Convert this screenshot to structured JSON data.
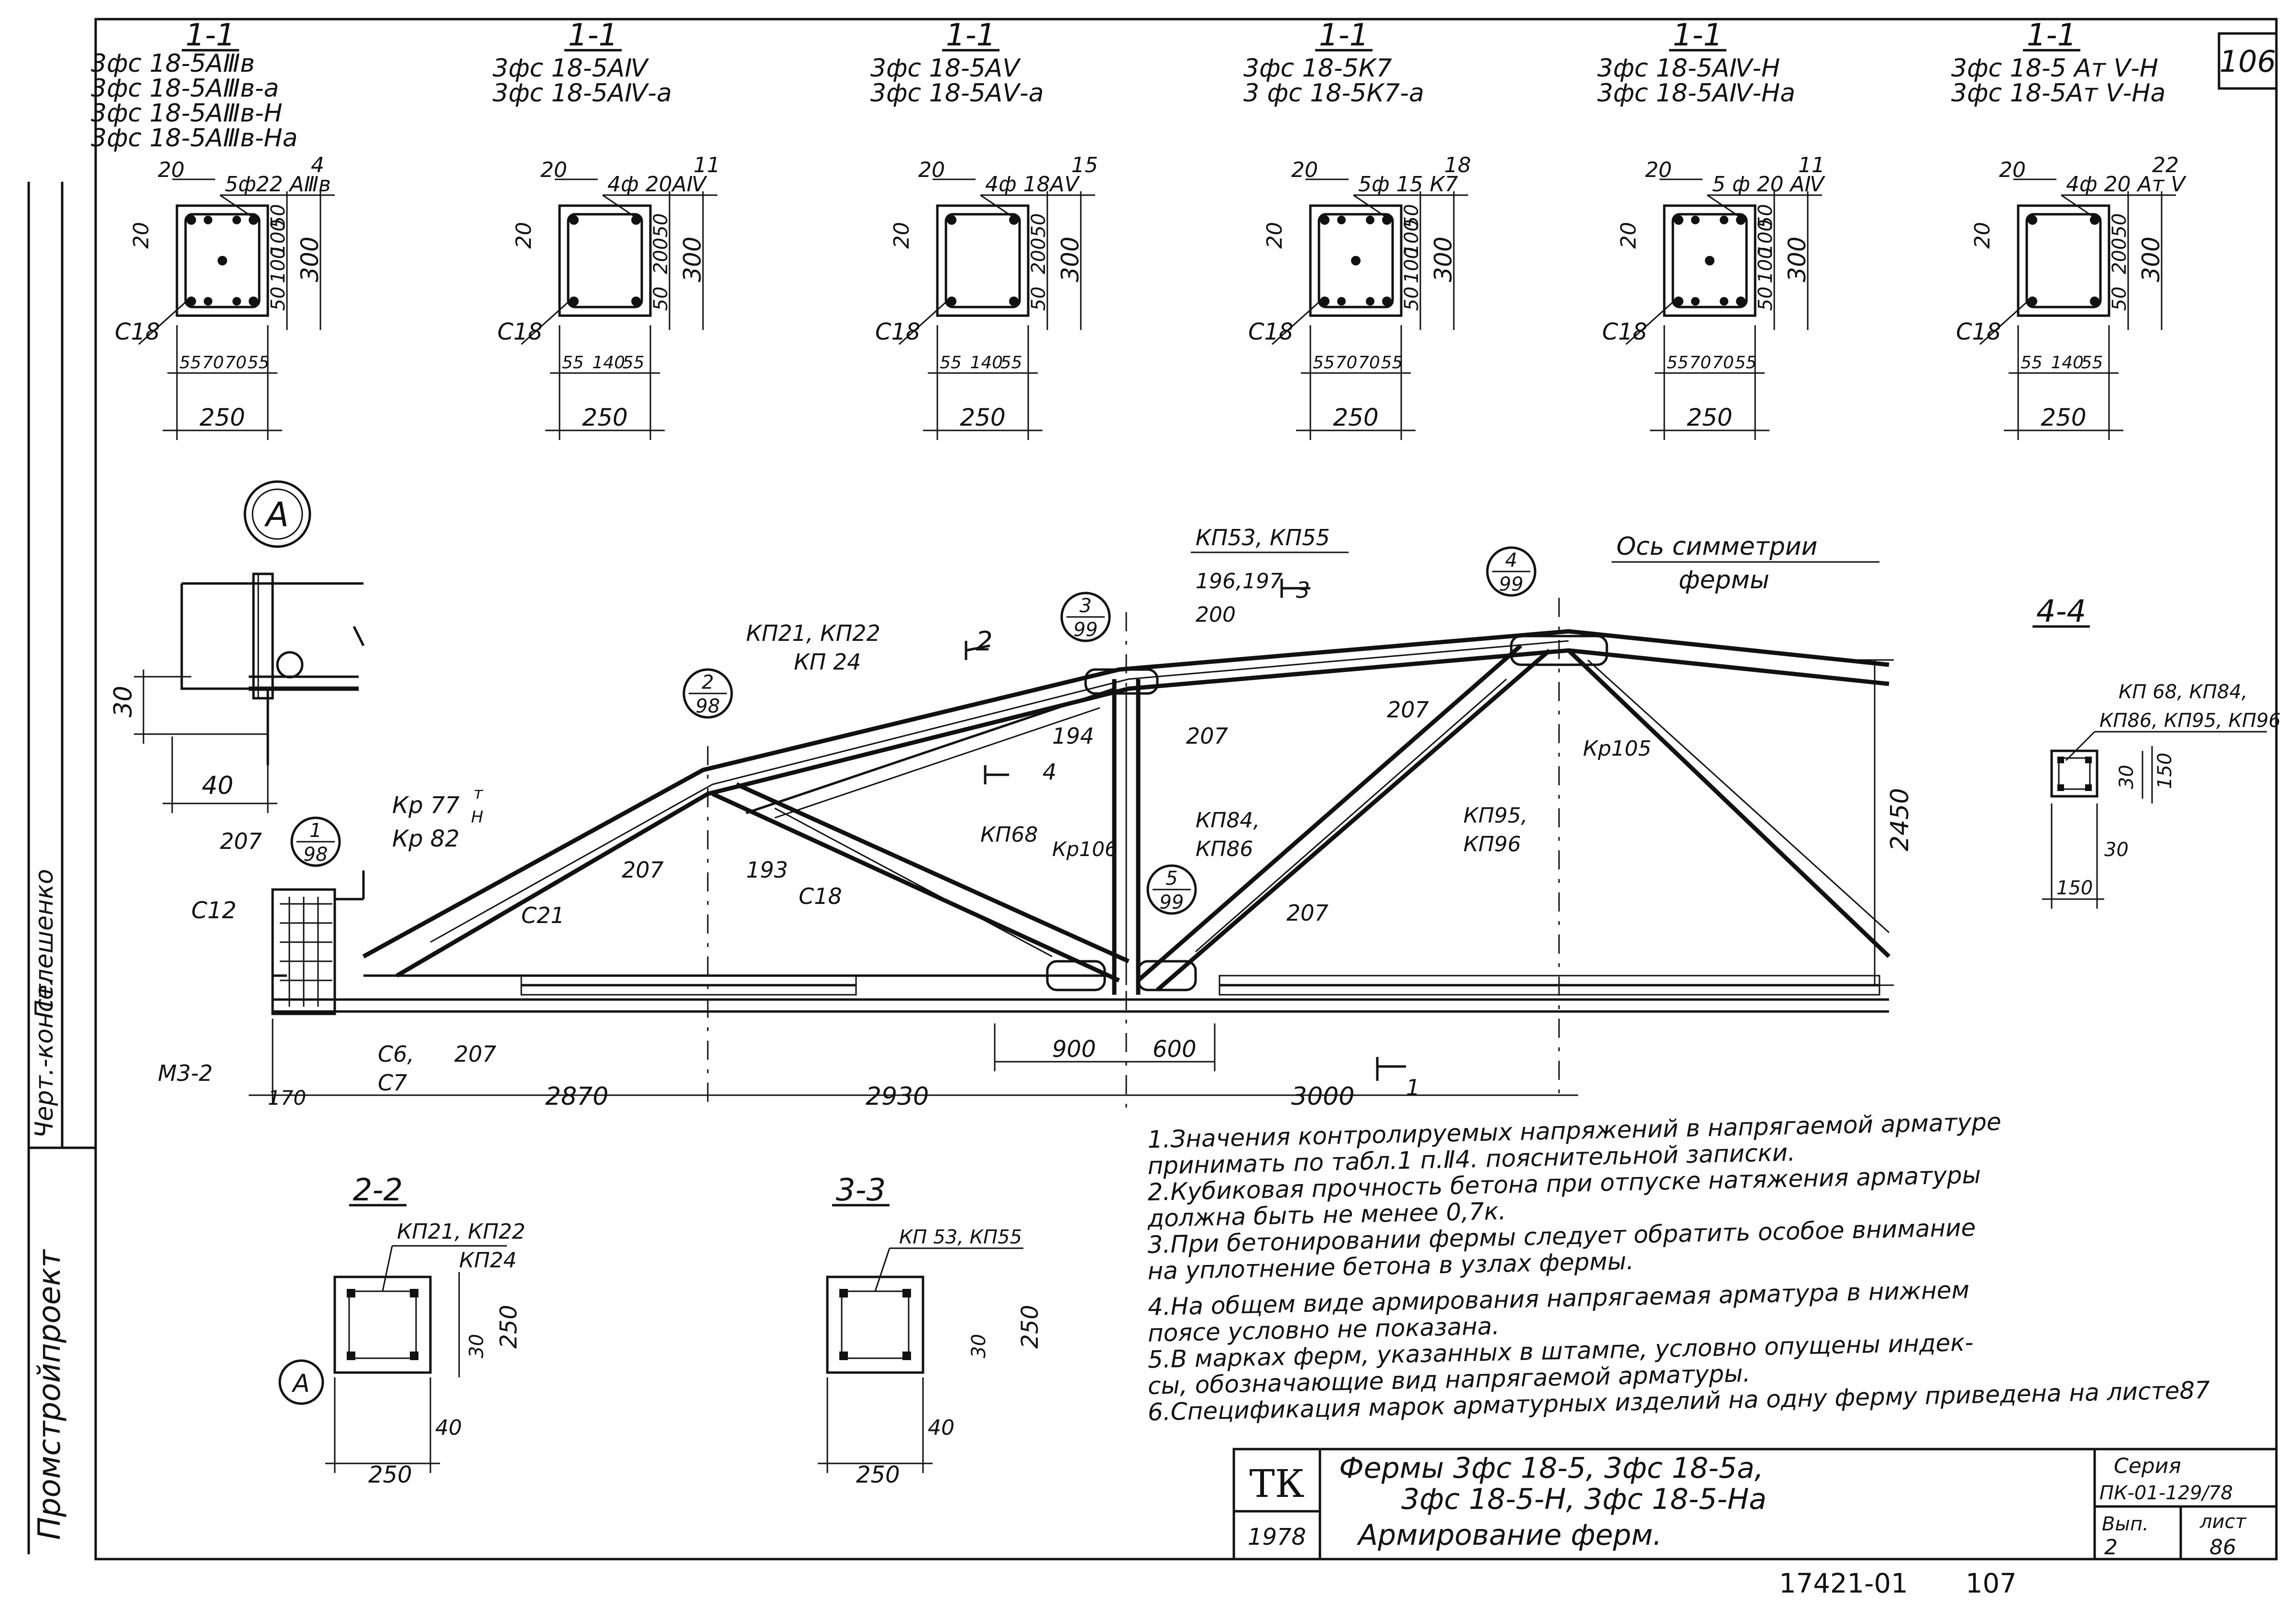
{
  "sheet_number": "106",
  "sections_1_1": [
    {
      "cut": "1-1",
      "marks": [
        "3фс 18-5АⅢв",
        "3фс 18-5АⅢв-а",
        "3фс 18-5АⅢв-Н",
        "3фс 18-5АⅢв-На"
      ],
      "rebar": "5ф22 АⅢв",
      "side_label": "20",
      "top_label": "4",
      "clear": "С18",
      "vdims": [
        "50",
        "100",
        "100",
        "50"
      ],
      "vtotal": "300",
      "hdims": [
        "55",
        "70",
        "70",
        "55"
      ],
      "htotal": "250",
      "edge": "20"
    },
    {
      "cut": "1-1",
      "marks": [
        "3фс 18-5АⅣ",
        "3фс 18-5АⅣ-а"
      ],
      "rebar": "4ф 20АⅣ",
      "side_label": "20",
      "top_label": "11",
      "clear": "С18",
      "vdims": [
        "50",
        "200",
        "50"
      ],
      "vtotal": "300",
      "hdims": [
        "55",
        "140",
        "55"
      ],
      "htotal": "250",
      "edge": "20"
    },
    {
      "cut": "1-1",
      "marks": [
        "3фс 18-5АⅤ",
        "3фс 18-5АⅤ-а"
      ],
      "rebar": "4ф 18АⅤ",
      "side_label": "20",
      "top_label": "15",
      "clear": "С18",
      "vdims": [
        "50",
        "200",
        "50"
      ],
      "vtotal": "300",
      "hdims": [
        "55",
        "140",
        "55"
      ],
      "htotal": "250",
      "edge": "20"
    },
    {
      "cut": "1-1",
      "marks": [
        "3фс 18-5К7",
        "3 фс 18-5К7-а"
      ],
      "rebar": "5ф 15 К7",
      "side_label": "20",
      "top_label": "18",
      "clear": "С18",
      "vdims": [
        "50",
        "100",
        "100",
        "50"
      ],
      "vtotal": "300",
      "hdims": [
        "55",
        "70",
        "70",
        "55"
      ],
      "htotal": "250",
      "edge": "20"
    },
    {
      "cut": "1-1",
      "marks": [
        "3фс 18-5АⅣ-Н",
        "3фс 18-5АⅣ-На"
      ],
      "rebar": "5 ф 20 АⅣ",
      "side_label": "20",
      "top_label": "11",
      "clear": "С18",
      "vdims": [
        "50",
        "100",
        "100",
        "50"
      ],
      "vtotal": "300",
      "hdims": [
        "55",
        "70",
        "70",
        "55"
      ],
      "htotal": "250",
      "edge": "20"
    },
    {
      "cut": "1-1",
      "marks": [
        "3фс 18-5 Ат Ⅴ-Н",
        "3фс 18-5Ат Ⅴ-На"
      ],
      "rebar": "4ф 20 Ат Ⅴ",
      "side_label": "20",
      "top_label": "22",
      "clear": "С18",
      "vdims": [
        "50",
        "200",
        "50"
      ],
      "vtotal": "300",
      "hdims": [
        "55",
        "140",
        "55"
      ],
      "htotal": "250",
      "edge": "20"
    }
  ],
  "detail_a": {
    "title": "А",
    "dim_v": "30",
    "dim_h": "40"
  },
  "truss_labels": {
    "kp53": "КП53, КП55",
    "axis": "Ось симметрии",
    "axis2": "фермы",
    "kp21": "КП21, КП22",
    "kp24": "КП 24",
    "n196": "196,197",
    "n200": "200",
    "n194": "194",
    "n207a": "207",
    "n207b": "207",
    "n207c": "207",
    "n207d": "207",
    "n207e": "207",
    "n207f": "207",
    "kp105": "Кр105",
    "kp84": "КП84,",
    "kp86": "КП86",
    "kp95": "КП95,",
    "kp96": "КП96",
    "kp68": "КП68",
    "kp106": "Кр106",
    "kp77": "Кр 77",
    "kp77sup": "т",
    "kp77sub": "Н",
    "kp82": "Кр 82",
    "n193": "193",
    "c18": "С18",
    "c21": "С21",
    "c12": "С12",
    "c6": "С6,",
    "c7": "С7",
    "m3": "М3-2",
    "h2450": "2450",
    "d170": "170",
    "d2870": "2870",
    "d2930": "2930",
    "d3000": "3000",
    "d900": "900",
    "d600": "600",
    "cut1": "1",
    "cut2": "2",
    "cut3": "3",
    "cut4": "4",
    "node1": [
      "1",
      "98"
    ],
    "node2": [
      "2",
      "98"
    ],
    "node3": [
      "3",
      "99"
    ],
    "node4": [
      "4",
      "99"
    ],
    "node5": [
      "5",
      "99"
    ]
  },
  "section_4_4": {
    "title": "4-4",
    "label1": "КП 68, КП84,",
    "label2": "КП86, КП95, КП96",
    "d30": "30",
    "d150": "150",
    "d30b": "30",
    "d150b": "150"
  },
  "section_2_2": {
    "title": "2-2",
    "label1": "КП21, КП22",
    "label2": "КП24",
    "d250v": "250",
    "d30": "30",
    "d40": "40",
    "d250h": "250",
    "callout": "А"
  },
  "section_3_3": {
    "title": "3-3",
    "label1": "КП 53, КП55",
    "d250v": "250",
    "d30": "30",
    "d40": "40",
    "d250h": "250"
  },
  "notes": [
    "1.Значения контролируемых напряжений в напрягаемой арматуре",
    "принимать по табл.1 п.Ⅱ4. пояснительной записки.",
    "2.Кубиковая прочность бетона при отпуске натяжения арматуры",
    "должна быть не менее 0,7к.",
    "3.При бетонировании фермы следует обратить особое внимание",
    "на уплотнение бетона в узлах фермы.",
    "4.На общем виде армирования напрягаемая арматура в нижнем",
    "поясе условно не показана.",
    "5.В марках ферм, указанных в штампе, условно опущены индек-",
    "сы, обозначающие вид напрягаемой арматуры.",
    "6.Спецификация марок арматурных изделий на одну ферму приведена на листе87"
  ],
  "stamp": {
    "logo": "ТК",
    "year": "1978",
    "title1": "Фермы 3фс 18-5, 3фс 18-5а,",
    "title2": "3фс 18-5-Н,    3фс 18-5-На",
    "title3": "Армирование  ферм.",
    "series_label": "Серия",
    "series": "ПК-01-129/78",
    "vyp_label": "Вып.",
    "vyp": "2",
    "list_label": "лист",
    "list": "86"
  },
  "left_strip": {
    "org": "Промстройпроект",
    "role": "Черт.-конст.",
    "name": "Пелешенко"
  },
  "bottom_code": "17421-01",
  "bottom_page": "107"
}
